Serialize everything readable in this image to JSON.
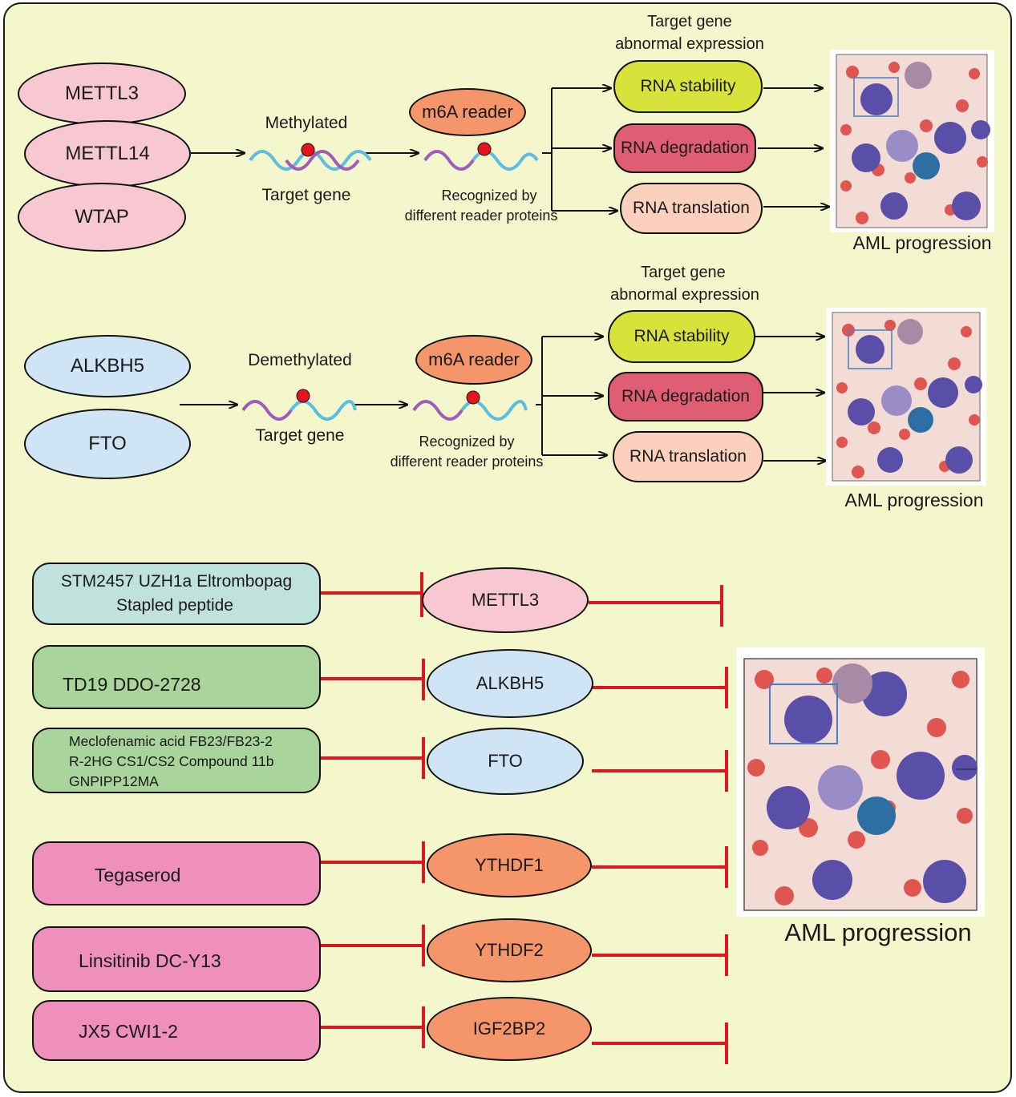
{
  "colors": {
    "background": "#f4f6cc",
    "writer": "#f7c8d2",
    "eraser": "#cfe5f5",
    "reader": "#f4956a",
    "stability": "#d7e23a",
    "degradation": "#e05e73",
    "translation": "#fbd0bd",
    "inhibitor_line": "#e0161e",
    "rna_blue": "#5bbde0",
    "rna_purple": "#a05cb8",
    "methyl_dot": "#e8141c"
  },
  "panel1": {
    "writers": [
      "METTL3",
      "METTL14",
      "WTAP"
    ],
    "label_top": "Methylated",
    "label_bottom": "Target gene",
    "reader": "m6A reader",
    "reader_caption_1": "Recognized by",
    "reader_caption_2": "different reader proteins",
    "header_1": "Target gene",
    "header_2": "abnormal expression",
    "outcomes": [
      "RNA stability",
      "RNA degradation",
      "RNA translation"
    ],
    "result": "AML progression"
  },
  "panel2": {
    "erasers": [
      "ALKBH5",
      "FTO"
    ],
    "label_top": "Demethylated",
    "label_bottom": "Target gene",
    "reader": "m6A reader",
    "reader_caption_1": "Recognized by",
    "reader_caption_2": "different reader proteins",
    "header_1": "Target gene",
    "header_2": "abnormal expression",
    "outcomes": [
      "RNA stability",
      "RNA degradation",
      "RNA translation"
    ],
    "result": "AML progression"
  },
  "panel3": {
    "rows": [
      {
        "drugs": [
          "STM2457  UZH1a  Eltrombopag",
          "Stapled peptide"
        ],
        "target": "METTL3"
      },
      {
        "drugs": [
          "TD19   DDO-2728"
        ],
        "target": "ALKBH5"
      },
      {
        "drugs": [
          "Meclofenamic acid  FB23/FB23-2",
          "R-2HG   CS1/CS2   Compound 11b",
          "GNPIPP12MA"
        ],
        "target": "FTO"
      },
      {
        "drugs": [
          "Tegaserod"
        ],
        "target": "YTHDF1"
      },
      {
        "drugs": [
          "Linsitinib  DC-Y13"
        ],
        "target": "YTHDF2"
      },
      {
        "drugs": [
          "JX5  CWI1-2"
        ],
        "target": "IGF2BP2"
      }
    ],
    "result": "AML progression"
  }
}
